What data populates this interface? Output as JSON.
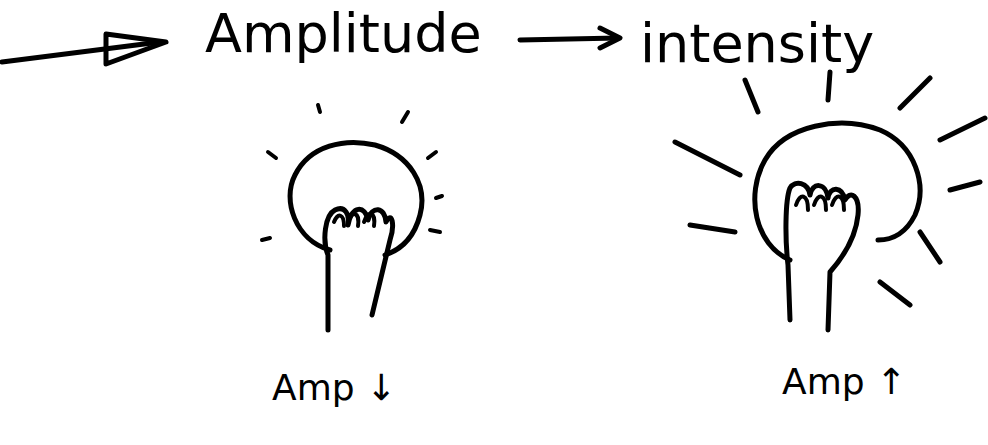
{
  "diagram": {
    "labels": [
      "Amplitude",
      "intensity",
      "Amp ↓",
      "Amp ↑"
    ]
  }
}
